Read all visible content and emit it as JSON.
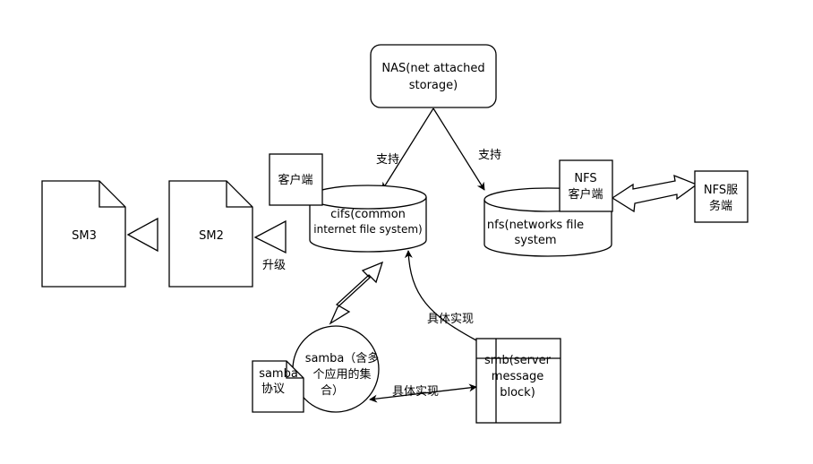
{
  "nodes": {
    "nas": {
      "lines": [
        "NAS(net attached",
        "storage)"
      ]
    },
    "cifs_client": {
      "label": "客户端"
    },
    "cifs": {
      "lines": [
        "cifs(common",
        "internet file system)"
      ]
    },
    "nfs": {
      "lines": [
        "nfs(networks  file",
        "system"
      ]
    },
    "nfs_client": {
      "lines": [
        "NFS",
        "客户端"
      ]
    },
    "nfs_server": {
      "lines": [
        "NFS服",
        "务端"
      ]
    },
    "sm3": {
      "label": "SM3"
    },
    "sm2": {
      "label": "SM2"
    },
    "samba": {
      "lines": [
        "samba（含多",
        "个应用的集",
        "合）"
      ]
    },
    "samba_protocol": {
      "lines": [
        "samba",
        "协议"
      ]
    },
    "smb": {
      "lines": [
        "smb(server",
        "message",
        "block)"
      ]
    }
  },
  "edges": {
    "nas_cifs": {
      "label": "支持"
    },
    "nas_nfs": {
      "label": "支持"
    },
    "upgrade": {
      "label": "升级"
    },
    "smb_cifs": {
      "label": "具体实现"
    },
    "samba_smb": {
      "label": "具体实现"
    }
  }
}
